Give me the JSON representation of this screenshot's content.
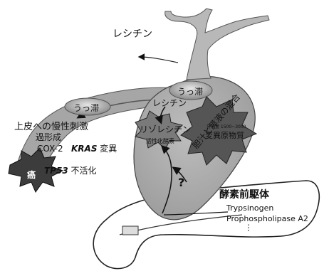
{
  "labels": {
    "lecithin_top": "レシチン",
    "stasis_left": "うっ滞",
    "stasis_right": "うっ滞",
    "chronic_irritation": "上皮への慢性刺激",
    "hyperplasia": "過形成",
    "cox2": "COX-2",
    "kras_gene": "KRAS",
    "kras_suffix": " 変異",
    "tp53_gene": "TP53",
    "tp53_suffix": " 不活化",
    "cancer": "癌",
    "lecithin_inner": "レシチン",
    "lysolecithin": "リゾレシチン",
    "activated_enzyme": "活性化酵素",
    "question": "?",
    "bile_mix": "胆汁と膵液の混合",
    "mol_weight": "分子量 1500~3000",
    "mutagen": "変異原物質",
    "precursor_title": "酵素前駆体",
    "trypsinogen": "Trypsinogen",
    "prophospholipase": "Prophospholipase A2",
    "ellipsis": "⋮"
  }
}
